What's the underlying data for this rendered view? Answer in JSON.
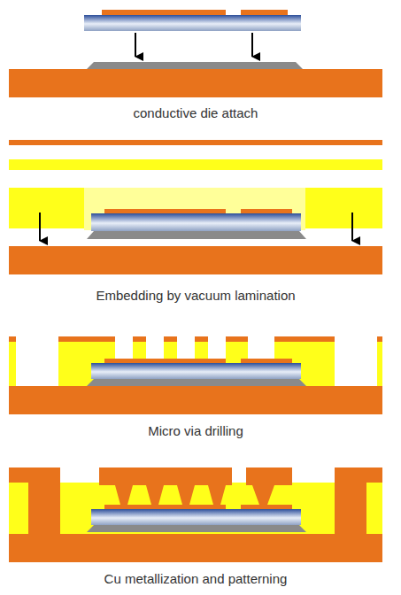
{
  "diagram": {
    "labels": [
      "conductive die attach",
      "Embedding by vacuum lamination",
      "Micro via drilling",
      "Cu metallization and patterning"
    ]
  }
}
